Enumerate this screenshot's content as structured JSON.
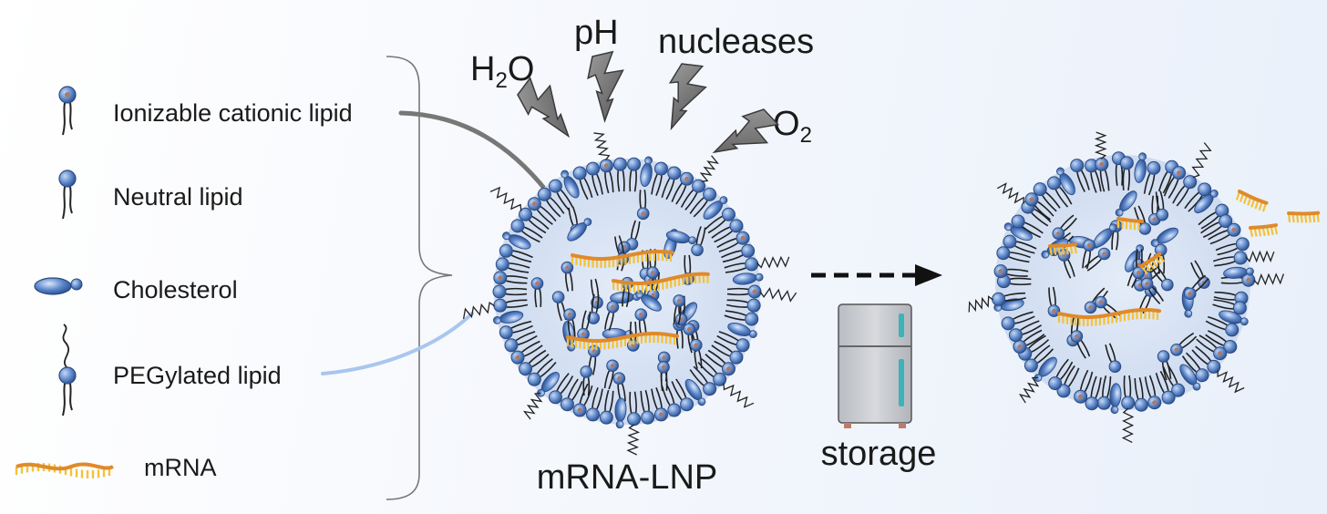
{
  "legend": {
    "items": [
      {
        "label": "Ionizable cationic lipid",
        "icon": "ionizable-lipid-icon"
      },
      {
        "label": "Neutral lipid",
        "icon": "neutral-lipid-icon"
      },
      {
        "label": "Cholesterol",
        "icon": "cholesterol-icon"
      },
      {
        "label": "PEGylated lipid",
        "icon": "pegylated-lipid-icon"
      },
      {
        "label": "mRNA",
        "icon": "mrna-strand-icon"
      }
    ]
  },
  "stressors": {
    "h2o_base": "H",
    "h2o_sub": "2",
    "h2o_tail": "O",
    "ph": "pH",
    "nucleases": "nucleases",
    "o2_base": "O",
    "o2_sub": "2"
  },
  "particle_label": "mRNA-LNP",
  "storage_label": "storage",
  "colors": {
    "lipid_head": "#5b86c9",
    "ionizable_core": "#a87a70",
    "mrna_backbone": "#e08a2a",
    "mrna_bases": "#f2c23c",
    "particle_fill": "#d6e2f3",
    "fridge_body": "#c9ccd1",
    "fridge_handle": "#3bb3b8",
    "ionizable_leader": "#777777",
    "peg_leader": "#a9c6ee"
  }
}
